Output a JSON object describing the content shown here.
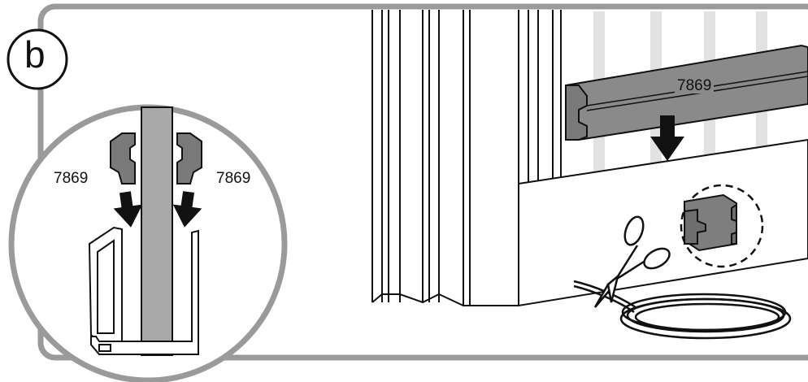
{
  "step": {
    "letter": "b"
  },
  "detail": {
    "part_left": "7869",
    "part_right": "7869"
  },
  "main": {
    "part": "7869"
  },
  "colors": {
    "part_gray": "#8a8a8a",
    "part_gray_dark": "#6e6e6e",
    "frame_gray": "#9a9a9a",
    "glass_gray": "#a8a8a8",
    "outline": "#111111"
  }
}
